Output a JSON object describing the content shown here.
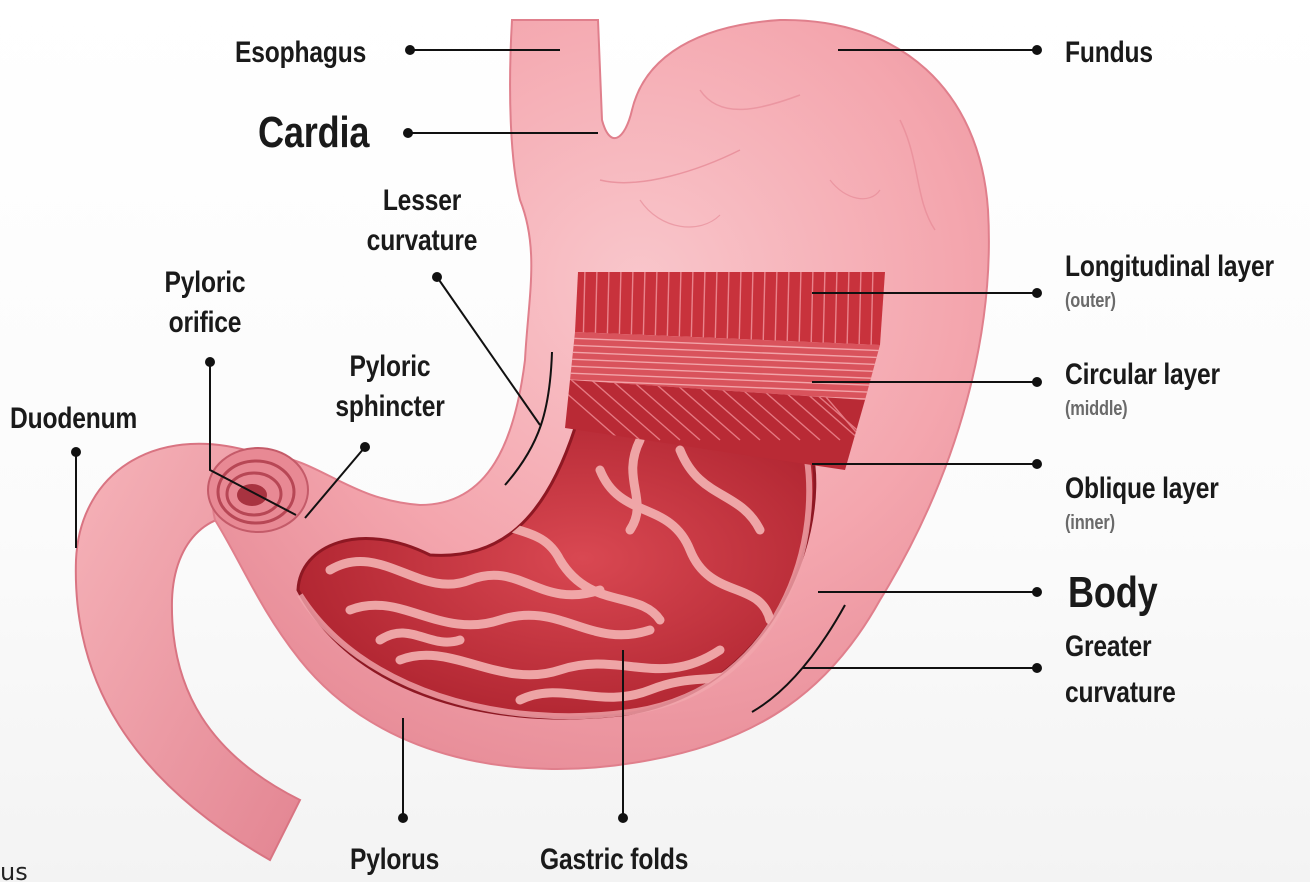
{
  "labels": {
    "esophagus": "Esophagus",
    "cardia": "Cardia",
    "fundus": "Fundus",
    "lesser_curvature": [
      "Lesser",
      "curvature"
    ],
    "pyloric_orifice": [
      "Pyloric",
      "orifice"
    ],
    "pyloric_sphincter": [
      "Pyloric",
      "sphincter"
    ],
    "duodenum": "Duodenum",
    "longitudinal_layer": "Longitudinal layer",
    "longitudinal_sub": "(outer)",
    "circular_layer": "Circular layer",
    "circular_sub": "(middle)",
    "oblique_layer": "Oblique layer",
    "oblique_sub": "(inner)",
    "body": "Body",
    "greater_curvature": [
      "Greater",
      "curvature"
    ],
    "pylorus": "Pylorus",
    "gastric_folds": "Gastric folds",
    "cut_text": "us"
  },
  "colors": {
    "outer_tissue": "#f4a3ab",
    "tissue_shade": "#e98c97",
    "interior_dark": "#b1242f",
    "interior_mid": "#cf3e49",
    "muscle_red": "#c8323c",
    "fold_light": "#f3b2b2",
    "leader_line": "#111111"
  }
}
